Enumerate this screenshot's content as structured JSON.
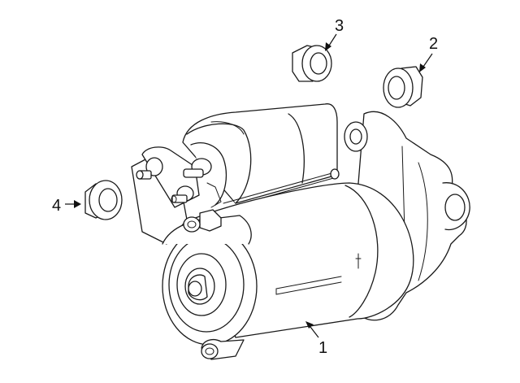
{
  "callouts": [
    {
      "label": "1",
      "part": "starter-motor"
    },
    {
      "label": "2",
      "part": "nut"
    },
    {
      "label": "3",
      "part": "nut"
    },
    {
      "label": "4",
      "part": "nut"
    }
  ]
}
